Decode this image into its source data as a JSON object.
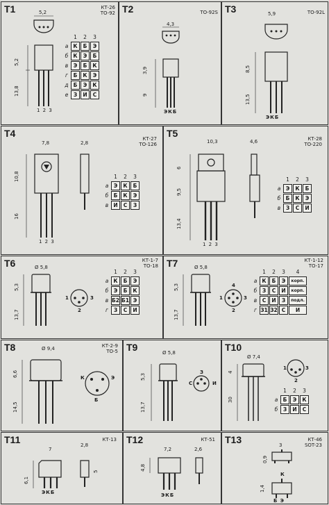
{
  "cells": {
    "t1": {
      "label": "T1",
      "pkg": [
        "КТ-26",
        "ТО-92"
      ],
      "dims": {
        "top": "5,2",
        "left1": "5,2",
        "left2": "13,8"
      },
      "pins": "1 2 3",
      "table": {
        "header": [
          "1",
          "2",
          "3"
        ],
        "rows": [
          {
            "r": "а",
            "v": [
              "К",
              "Б",
              "Э"
            ]
          },
          {
            "r": "б",
            "v": [
              "К",
              "Э",
              "Б"
            ]
          },
          {
            "r": "в",
            "v": [
              "Э",
              "Б",
              "К"
            ]
          },
          {
            "r": "г",
            "v": [
              "Б",
              "К",
              "Э"
            ]
          },
          {
            "r": "д",
            "v": [
              "Б",
              "Э",
              "К"
            ]
          },
          {
            "r": "е",
            "v": [
              "З",
              "И",
              "С"
            ]
          }
        ]
      }
    },
    "t2": {
      "label": "T2",
      "pkg": [
        "ТО-92S"
      ],
      "dims": {
        "top": "4,3",
        "left1": "3,9",
        "left2": "9"
      },
      "pins": "ЭКБ"
    },
    "t3": {
      "label": "T3",
      "pkg": [
        "ТО-92L"
      ],
      "dims": {
        "top": "5,9",
        "left1": "8,5",
        "left2": "13,5"
      },
      "pins": "ЭКБ"
    },
    "t4": {
      "label": "T4",
      "pkg": [
        "КТ-27",
        "ТО-126"
      ],
      "dims": {
        "top1": "7,8",
        "top2": "2,8",
        "left1": "10,8",
        "left2": "16"
      },
      "pins": "1 2 3",
      "table": {
        "header": [
          "1",
          "2",
          "3"
        ],
        "rows": [
          {
            "r": "а",
            "v": [
              "Э",
              "К",
              "Б"
            ]
          },
          {
            "r": "б",
            "v": [
              "Б",
              "К",
              "Э"
            ]
          },
          {
            "r": "в",
            "v": [
              "И",
              "С",
              "З"
            ]
          }
        ]
      }
    },
    "t5": {
      "label": "T5",
      "pkg": [
        "КТ-28",
        "ТО-220"
      ],
      "dims": {
        "top1": "10,3",
        "top2": "4,6",
        "left0": "6",
        "left1": "9,5",
        "left2": "13,4"
      },
      "pins": "1 2 3",
      "table": {
        "header": [
          "1",
          "2",
          "3"
        ],
        "rows": [
          {
            "r": "а",
            "v": [
              "Э",
              "К",
              "Б"
            ]
          },
          {
            "r": "б",
            "v": [
              "Б",
              "К",
              "Э"
            ]
          },
          {
            "r": "в",
            "v": [
              "З",
              "С",
              "И"
            ]
          }
        ]
      }
    },
    "t6": {
      "label": "T6",
      "pkg": [
        "КТ-1-7",
        "ТО-18"
      ],
      "dims": {
        "top": "Ø 5,8",
        "left1": "5,3",
        "left2": "13,7"
      },
      "pinmarks": [
        "1",
        "2",
        "3"
      ],
      "table": {
        "header": [
          "1",
          "2",
          "3"
        ],
        "rows": [
          {
            "r": "а",
            "v": [
              "К",
              "Б",
              "Э"
            ]
          },
          {
            "r": "б",
            "v": [
              "Э",
              "Б",
              "К"
            ]
          },
          {
            "r": "в",
            "v": [
              "Б2",
              "Б1",
              "Э"
            ]
          },
          {
            "r": "г",
            "v": [
              "З",
              "С",
              "И"
            ]
          }
        ]
      }
    },
    "t7": {
      "label": "T7",
      "pkg": [
        "КТ-1-12",
        "ТО-17"
      ],
      "dims": {
        "top": "Ø 5,8",
        "left1": "5,3",
        "left2": "13,7"
      },
      "pinmarks": [
        "1",
        "2",
        "3",
        "4"
      ],
      "table": {
        "header": [
          "1",
          "2",
          "3",
          "4"
        ],
        "rows": [
          {
            "r": "а",
            "v": [
              "К",
              "Б",
              "Э",
              "корп."
            ]
          },
          {
            "r": "б",
            "v": [
              "З",
              "С",
              "И",
              "корп."
            ]
          },
          {
            "r": "в",
            "v": [
              "С",
              "И",
              "З",
              "подл."
            ]
          },
          {
            "r": "г",
            "v": [
              "З1",
              "З2",
              "С",
              "И"
            ]
          }
        ]
      }
    },
    "t8": {
      "label": "T8",
      "pkg": [
        "КТ-2-9",
        "ТО-5"
      ],
      "dims": {
        "top": "Ø 9,4",
        "left1": "6,6",
        "left2": "14,5"
      },
      "pinmarks": [
        "К",
        "Э",
        "Б"
      ]
    },
    "t9": {
      "label": "T9",
      "pkg": [],
      "dims": {
        "top": "Ø 5,8",
        "left1": "5,3",
        "left2": "13,7"
      },
      "pinmarks": [
        "З",
        "С",
        "И"
      ]
    },
    "t10": {
      "label": "T10",
      "pkg": [],
      "dims": {
        "top": "Ø 7,4",
        "left1": "4",
        "left2": "30"
      },
      "pinmarks": [
        "1",
        "2",
        "3"
      ],
      "table": {
        "header": [
          "1",
          "2",
          "3"
        ],
        "rows": [
          {
            "r": "а",
            "v": [
              "Б",
              "Э",
              "К"
            ]
          },
          {
            "r": "б",
            "v": [
              "З",
              "И",
              "С"
            ]
          }
        ]
      }
    },
    "t11": {
      "label": "T11",
      "pkg": [
        "КТ-13"
      ],
      "dims": {
        "top1": "7",
        "top2": "2,8",
        "left1": "6,1",
        "right": "5"
      },
      "pins": "ЭКБ"
    },
    "t12": {
      "label": "T12",
      "pkg": [
        "КТ-51"
      ],
      "dims": {
        "top1": "7,2",
        "top2": "2,6",
        "left1": "4,8"
      },
      "pins": "ЭКБ"
    },
    "t13": {
      "label": "T13",
      "pkg": [
        "КТ-46",
        "SOT-23"
      ],
      "dims": {
        "top": "3",
        "left1": "0,9",
        "left2": "1,4"
      },
      "pins": "Б Э",
      "pintop": "К"
    }
  }
}
